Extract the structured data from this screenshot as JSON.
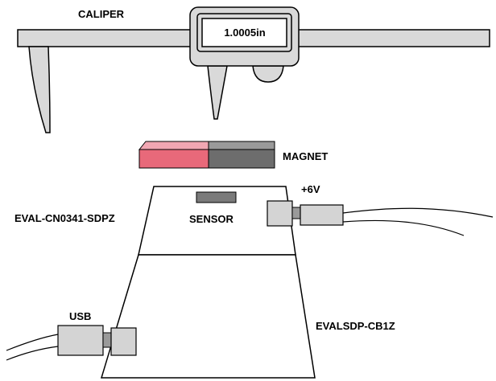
{
  "labels": {
    "caliper": "CALIPER",
    "display_reading": "1.0005in",
    "magnet": "MAGNET",
    "supply": "+6V",
    "sensor": "SENSOR",
    "eval_board": "EVAL-CN0341-SDPZ",
    "usb": "USB",
    "sdp_board": "EVALSDP-CB1Z"
  },
  "colors": {
    "caliper_fill": "#d9d9d9",
    "magnet_north": "#e8697a",
    "magnet_north_top": "#f1a7b3",
    "magnet_south": "#6d6d6d",
    "magnet_south_top": "#9a9a9a",
    "sensor_fill": "#7a7a7a",
    "connector_fill": "#d4d4d4",
    "outline": "#000000"
  }
}
